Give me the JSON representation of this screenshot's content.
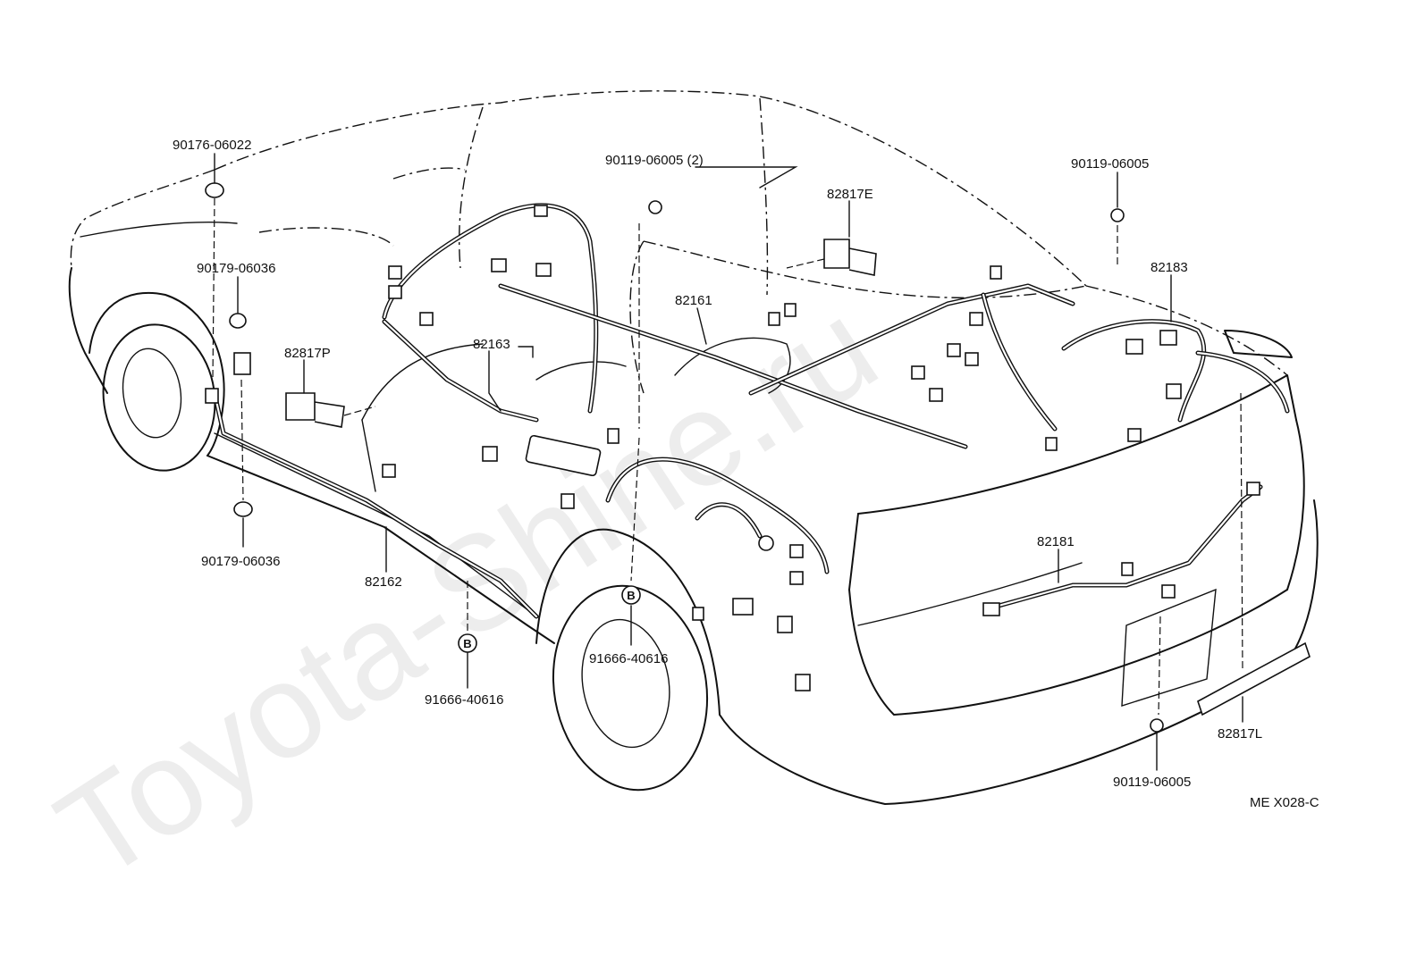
{
  "diagram": {
    "code": "ME X028-C",
    "watermark": "Toyota-Shine.ru",
    "labels": {
      "p90176_06022": "90176-06022",
      "p90179_06036_top": "90179-06036",
      "p82817P": "82817P",
      "p90179_06036_bottom": "90179-06036",
      "p82162": "82162",
      "p82163": "82163",
      "p91666_40616_left": "91666-40616",
      "p91666_40616_mid": "91666-40616",
      "p90119_06005_2": "90119-06005 (2)",
      "p82817E": "82817E",
      "p82161": "82161",
      "p90119_06005_right": "90119-06005",
      "p82183": "82183",
      "p82181": "82181",
      "p82817L": "82817L",
      "p90119_06005_bottom": "90119-06005"
    },
    "ref_markers": [
      "B",
      "B"
    ]
  }
}
